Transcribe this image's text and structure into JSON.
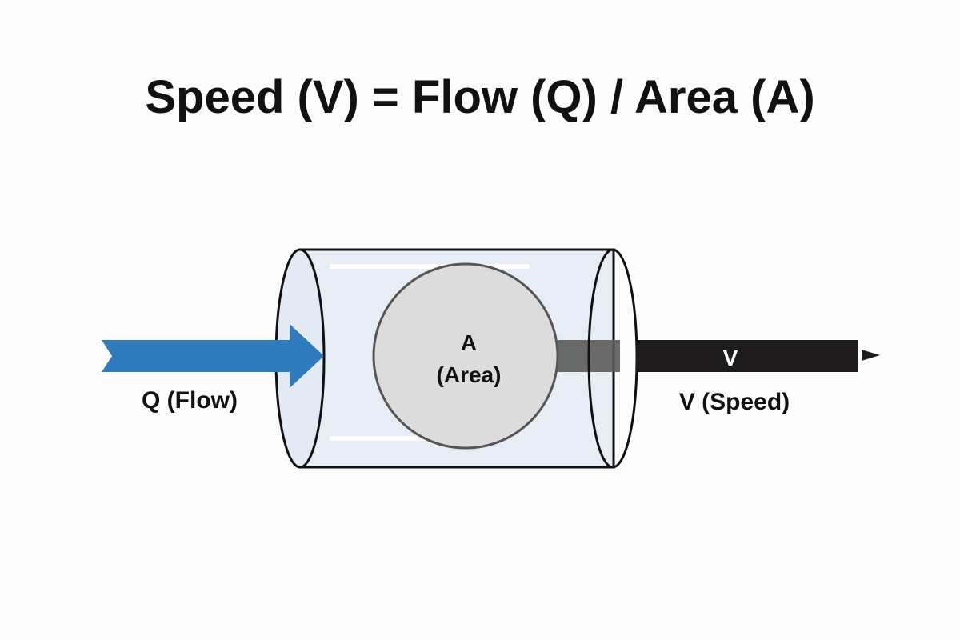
{
  "title": "Speed (V) = Flow (Q) / Area (A)",
  "labels": {
    "flow": "Q (Flow)",
    "area_symbol": "A",
    "area_name": "(Area)",
    "speed_arrow": "V",
    "speed": "V (Speed)"
  },
  "colors": {
    "flow_arrow": "#2f7bbd",
    "speed_arrow": "#1d1b1b",
    "pipe_fill": "#e6edf5",
    "area_circle": "#dcdcdc"
  }
}
